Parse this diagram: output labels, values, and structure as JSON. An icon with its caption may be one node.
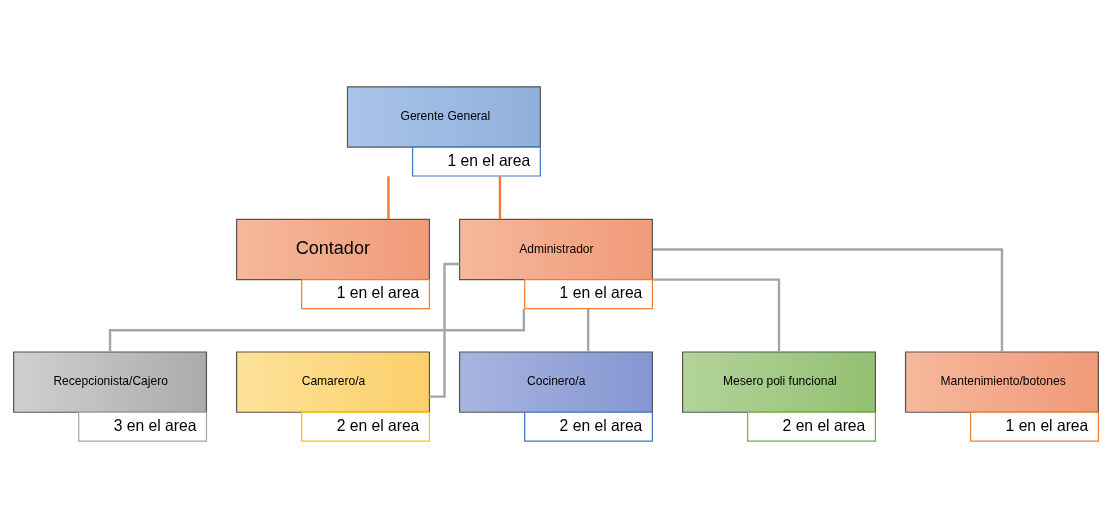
{
  "diagram": {
    "nodes": [
      {
        "text": [
          "Gerente General",
          "1 en el area"
        ]
      },
      {
        "text": [
          "Contador",
          "1 en el area"
        ]
      },
      {
        "text": [
          "Administrador",
          "1 en el area"
        ]
      },
      {
        "text": [
          "Recepcionista/Cajero",
          "3 en el area"
        ]
      },
      {
        "text": [
          "Camarero/a",
          "2 en el area"
        ]
      },
      {
        "text": [
          "Cocinero/a",
          "2 en el area"
        ]
      },
      {
        "text": [
          "Mesero poli funcional",
          "2 en el area"
        ]
      },
      {
        "text": [
          "Mantenimiento/botones",
          "1 en el area"
        ]
      }
    ],
    "edges": [
      {
        "from": 0,
        "to": 1,
        "arrow": "none",
        "color": "#ed7d31"
      },
      {
        "from": 0,
        "to": 2,
        "arrow": "none",
        "color": "#ed7d31"
      },
      {
        "from": 2,
        "to": 3,
        "arrow": "none"
      },
      {
        "from": 2,
        "to": 4,
        "arrow": "none"
      },
      {
        "from": 2,
        "to": 5,
        "arrow": "none"
      },
      {
        "from": 2,
        "to": 6,
        "arrow": "none"
      },
      {
        "from": 2,
        "to": 7,
        "arrow": "none"
      }
    ]
  }
}
